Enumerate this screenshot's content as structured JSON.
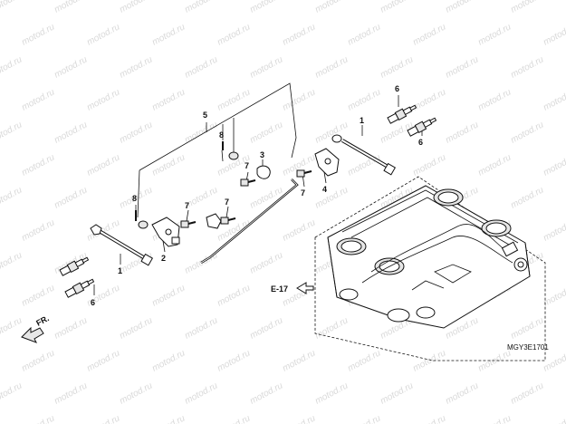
{
  "watermark": {
    "text": "motod.ru"
  },
  "callouts": {
    "c1a": "1",
    "c1b": "1",
    "c2": "2",
    "c3": "3",
    "c4": "4",
    "c5": "5",
    "c6a": "6",
    "c6b": "6",
    "c6c": "6",
    "c7a": "7",
    "c7b": "7",
    "c7c": "7",
    "c7d": "7",
    "c8a": "8",
    "c8b": "8"
  },
  "reference": {
    "label": "E-17"
  },
  "front_marker": {
    "label": "FR."
  },
  "diagram_code": "MGY3E1701"
}
